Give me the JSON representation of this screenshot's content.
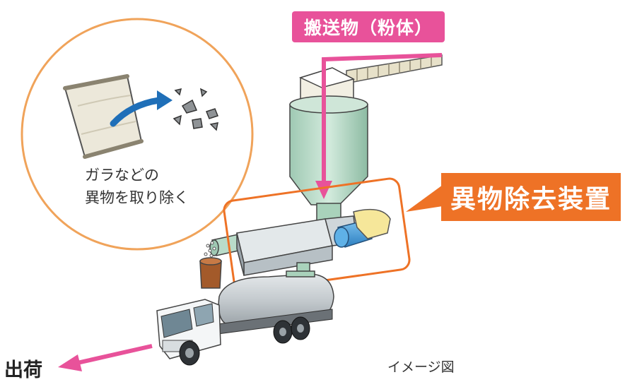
{
  "labels": {
    "transport": "搬送物（粉体）",
    "device": "異物除去装置",
    "circle_line1": "ガラなどの",
    "circle_line2": "異物を取り除く",
    "shipping": "出荷",
    "image_note": "イメージ図"
  },
  "colors": {
    "pink": "#e8529a",
    "orange": "#ee7226",
    "silo": "#b9dcc9",
    "duct": "#cfd8dc",
    "motor": "#4aa3df",
    "bag": "#ece8da",
    "bucket": "#a35a2a",
    "arrow_blue": "#1f6fb8"
  }
}
